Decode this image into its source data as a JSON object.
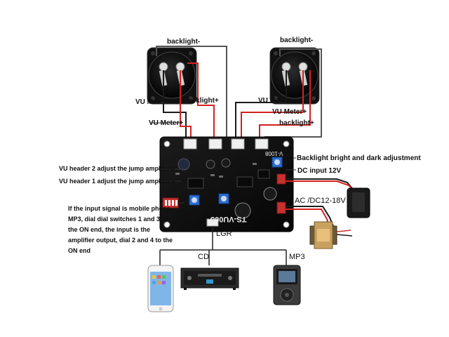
{
  "labels": {
    "backlight_minus_left": "backlight-",
    "backlight_minus_right": "backlight-",
    "vu_meter_minus_left": "VU Meter-",
    "vu_meter_minus_right": "VU Meter-",
    "backlight_plus_left": "backlight+",
    "backlight_plus_right": "backlight+",
    "vu_meter_plus_left": "VU Meter+",
    "vu_meter_plus_right": "VU Meter+",
    "backlight_adjust": "Backlight bright and dark adjustment",
    "dc_input": "DC input 12V",
    "ac_input": "AC /DC12-18V",
    "vu_header_2": "VU header 2 adjust the jump amplitude",
    "vu_header_1": "VU header 1 adjust the jump amplitude",
    "input_note": "If the input signal is mobile phone, MP3, dial dial switches 1 and 3 to the ON end, the input is the amplifier output, dial 2 and 4 to the ON end",
    "lgr": "LGR",
    "cd": "CD",
    "mp3": "MP3"
  },
  "board": {
    "model": "TS-VU003",
    "pcb_code": "V-1008"
  },
  "colors": {
    "pcb": "#111111",
    "wire_red": "#d42020",
    "wire_black": "#1a1a1a",
    "wire_gray": "#555555",
    "trimpot_blue": "#2a6fd6",
    "dip_red": "#c83030",
    "meter_face": "#0a0a0a"
  }
}
